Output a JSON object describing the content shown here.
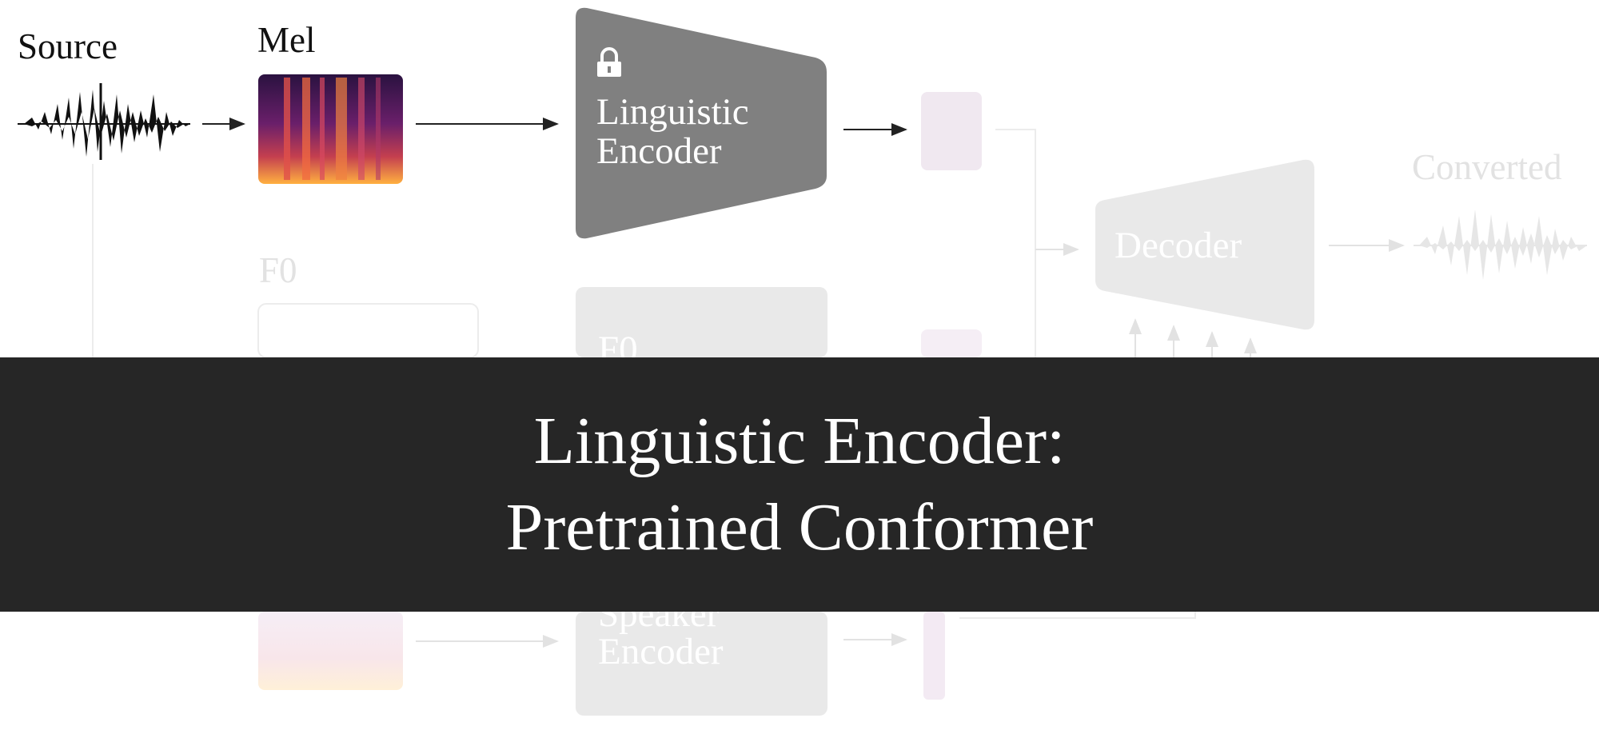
{
  "diagram": {
    "source_label": "Source",
    "mel_label": "Mel",
    "linguistic_encoder_line1": "Linguistic",
    "linguistic_encoder_line2": "Encoder",
    "f0_label": "F0",
    "f0_encoder_label": "F0",
    "speaker_encoder_line1": "Speaker",
    "speaker_encoder_line2": "Encoder",
    "decoder_label": "Decoder",
    "converted_label": "Converted",
    "lock_icon": "lock-icon"
  },
  "banner": {
    "line1": "Linguistic Encoder:",
    "line2": "Pretrained Conformer"
  },
  "colors": {
    "active_block": "#808080",
    "faded_block": "#e9e9e9",
    "embedding": "#f0e8f0",
    "banner_bg": "#262626"
  }
}
